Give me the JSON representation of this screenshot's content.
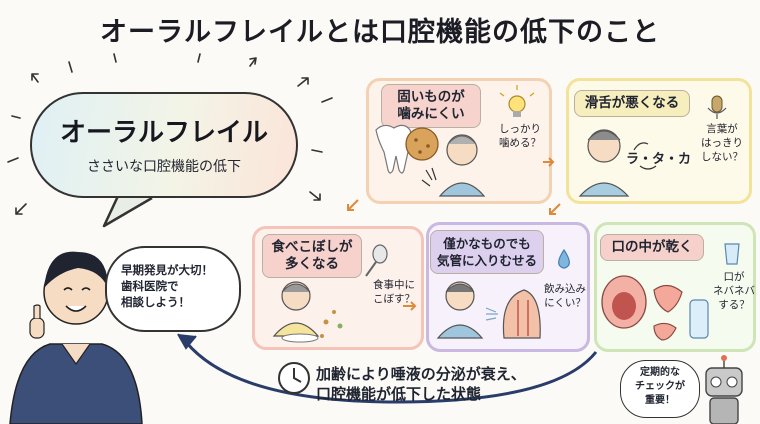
{
  "title": "オーラルフレイルとは口腔機能の低下のこと",
  "bubble": {
    "title": "オーラルフレイル",
    "subtitle": "ささいな口腔機能の低下"
  },
  "cards": [
    {
      "id": "hard-food",
      "heading": "固いものが\n噛みにくい",
      "note": "しっかり\n噛める？"
    },
    {
      "id": "tongue",
      "heading": "滑舌が悪くなる",
      "speech": "ラ・タ・カ",
      "note": "言葉が\nはっきり\nしない？"
    },
    {
      "id": "spill",
      "heading": "食べこぼしが\n多くなる",
      "note": "食事中に\nこぼす？"
    },
    {
      "id": "choke",
      "heading": "僅かなものでも\n気管に入りむせる",
      "note": "飲み込み\nにくい？"
    },
    {
      "id": "dry-mouth",
      "heading": "口の中が乾く",
      "note": "口が\nネバネバ\nする？"
    }
  ],
  "advice": "早期発見が大切！\n歯科医院で\n相談しよう！",
  "cycle": "加齢により唾液の分泌が衰え、\n口腔機能が低下した状態",
  "robot": "定期的な\nチェックが\n重要！",
  "icons": [
    "lightbulb-icon",
    "microphone-icon",
    "spoon-icon",
    "water-drop-icon",
    "water-glass-icon",
    "clock-icon",
    "arrow-right-icon",
    "arrow-down-left-icon"
  ],
  "colors": {
    "card1": "#f3d2b3",
    "card1_bg": "#fdf3ea",
    "card1_head": "#f7d3cd",
    "card2": "#f3e39a",
    "card2_bg": "#fdfaea",
    "card2_head": "#f6eebc",
    "card3": "#f3c4b7",
    "card3_bg": "#fdf1ec",
    "card3_head": "#f7d1cb",
    "card4": "#c8b8e2",
    "card4_bg": "#f6f1fb",
    "card4_head": "#ddd0ef",
    "card5": "#cfe5b7",
    "card5_bg": "#f6fbef",
    "card5_head": "#f6d1cb",
    "arrow": "#dd8a3a",
    "cycle_arrow": "#2a3d6a"
  }
}
